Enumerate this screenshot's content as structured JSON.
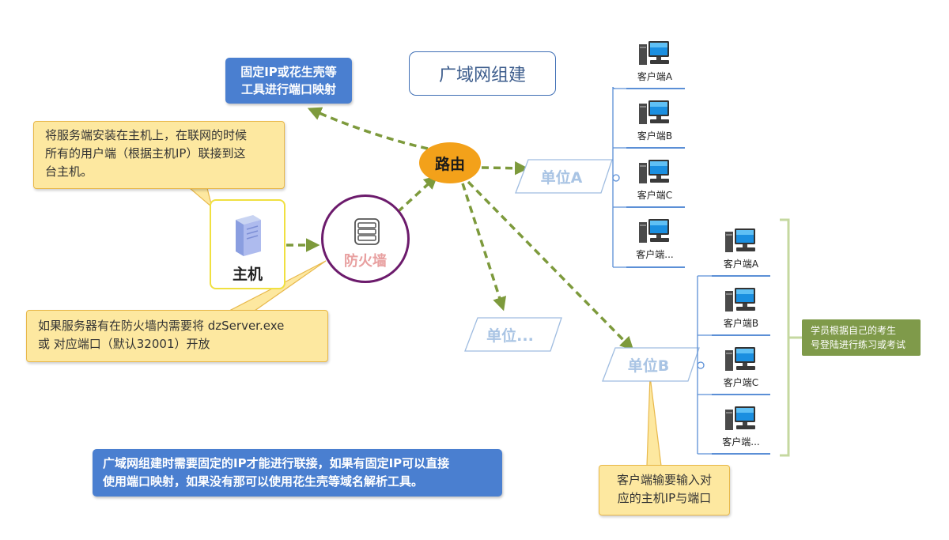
{
  "title": "广域网组建",
  "ip_mapping_box": {
    "line1": "固定IP或花生壳等",
    "line2": "工具进行端口映射"
  },
  "host_note": {
    "line1": "将服务端安装在主机上，在联网的时候",
    "line2": "所有的用户端（根据主机IP）联接到这",
    "line3": "台主机。"
  },
  "host_label": "主机",
  "firewall_label": "防火墙",
  "router_label": "路由",
  "firewall_note": {
    "line1": "如果服务器有在防火墙内需要将 dzServer.exe",
    "line2": "或 对应端口（默认32001）开放"
  },
  "units": {
    "a": "单位A",
    "other": "单位...",
    "b": "单位B"
  },
  "clients_a": [
    "客户端A",
    "客户端B",
    "客户端C",
    "客户端..."
  ],
  "clients_b": [
    "客户端A",
    "客户端B",
    "客户端C",
    "客户端..."
  ],
  "student_tag": {
    "line1": "学员根据自己的考生",
    "line2": "号登陆进行练习或考试"
  },
  "client_note": {
    "line1": "客户端输要输入对",
    "line2": "应的主机IP与端口"
  },
  "bottom_note": {
    "line1": "广域网组建时需要固定的IP才能进行联接，如果有固定IP可以直接",
    "line2": "使用端口映射，如果没有那可以使用花生壳等域名解析工具。"
  },
  "colors": {
    "arrow": "#7d9a3c",
    "blue_box": "#4a7fd0",
    "router": "#f3a11a",
    "firewall_ring": "#6c1b6c",
    "note_fill": "#fde8a0",
    "tag": "#7f9a4a"
  },
  "icons": {
    "host": "server-icon",
    "firewall": "firewall-icon",
    "client": "computer-icon"
  }
}
